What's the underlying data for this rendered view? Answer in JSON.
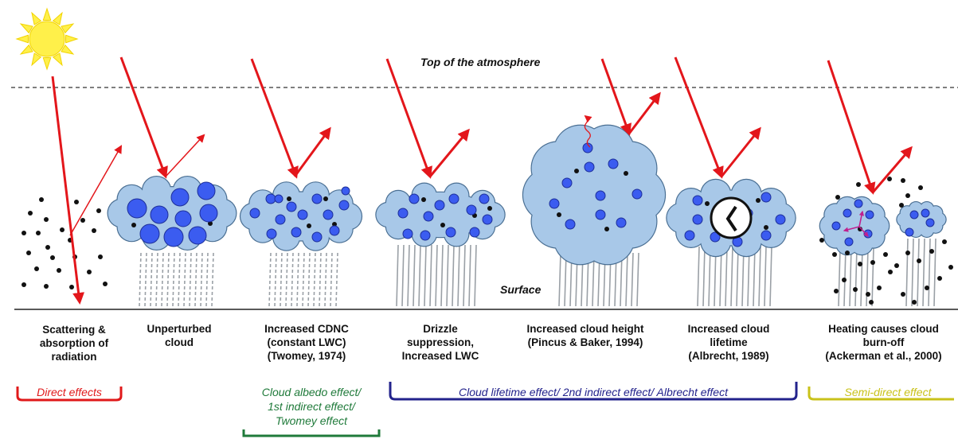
{
  "atmosphere": {
    "top_label": "Top of the atmosphere",
    "surface_label": "Surface"
  },
  "panels": [
    {
      "id": "scattering",
      "label": "Scattering &\nabsorption of\nradiation"
    },
    {
      "id": "unperturbed",
      "label": "Unperturbed\ncloud"
    },
    {
      "id": "cdnc",
      "label": "Increased CDNC\n(constant LWC)\n(Twomey, 1974)"
    },
    {
      "id": "drizzle",
      "label": "Drizzle\nsuppression,\nIncreased LWC"
    },
    {
      "id": "height",
      "label": "Increased cloud height\n(Pincus & Baker, 1994)"
    },
    {
      "id": "lifetime",
      "label": "Increased cloud\nlifetime\n(Albrecht, 1989)"
    },
    {
      "id": "burnoff",
      "label": "Heating causes cloud\nburn-off\n(Ackerman et al., 2000)"
    }
  ],
  "effect_groups": {
    "direct": {
      "label": "Direct effects",
      "color": "#e0191a"
    },
    "albedo": {
      "label": "Cloud albedo effect/\n1st indirect effect/\nTwomey effect",
      "color": "#1f7a3a"
    },
    "lifetime": {
      "label": "Cloud lifetime effect/ 2nd indirect effect/ Albrecht effect",
      "color": "#23238c"
    },
    "semidirect": {
      "label": "Semi-direct effect",
      "color": "#c9c21a"
    }
  },
  "colors": {
    "sun": "#fff04a",
    "cloud_fill": "#a8c8e8",
    "cloud_stroke": "#4a6f93",
    "droplet": "#3b5cf0",
    "arrow": "#e3161b",
    "rain": "#9aa0a6"
  }
}
